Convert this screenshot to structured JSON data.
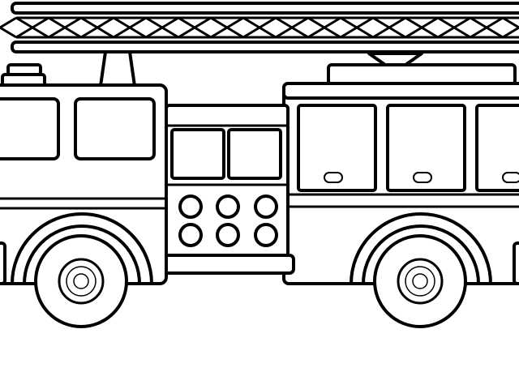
{
  "image": {
    "subject": "fire-truck-line-art",
    "colors": {
      "line": "#000000",
      "background": "#ffffff"
    },
    "counts": {
      "compartment_doors": 3,
      "panel_circles": 6,
      "wheels": 2
    }
  }
}
